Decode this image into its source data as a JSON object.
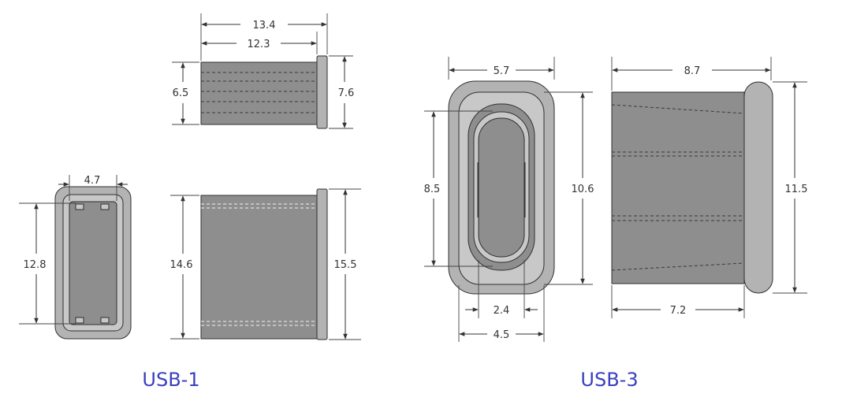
{
  "usb1": {
    "caption": "USB-1",
    "dims": {
      "top_overall_width": "13.4",
      "top_body_width": "12.3",
      "top_body_height": "6.5",
      "top_flange_height": "7.6",
      "front_width": "4.7",
      "front_inner_height": "12.8",
      "side_body_height": "14.6",
      "side_flange_height": "15.5"
    }
  },
  "usb3": {
    "caption": "USB-3",
    "dims": {
      "front_top_width": "5.7",
      "front_inner_height": "8.5",
      "front_outer_height": "10.6",
      "front_slot_width": "2.4",
      "front_bottom_width": "4.5",
      "side_overall_width": "8.7",
      "side_flange_height": "11.5",
      "side_body_width": "7.2"
    }
  },
  "colors": {
    "caption": "#3b3fbf",
    "body_fill": "#8e8e8e",
    "outer_fill": "#b3b3b3",
    "dimension_lines": "#333333"
  }
}
